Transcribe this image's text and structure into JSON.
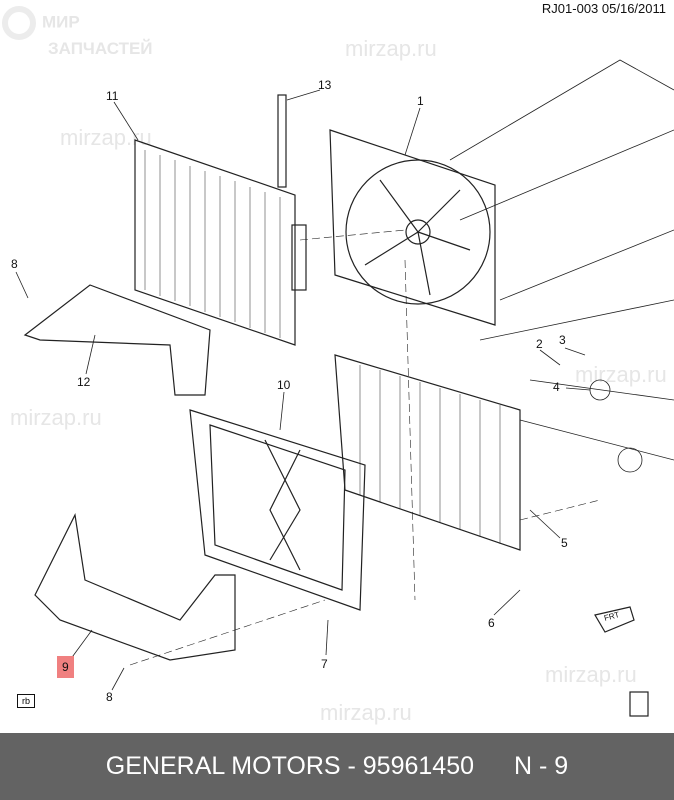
{
  "header": {
    "code": "RJ01-003  05/16/2011"
  },
  "watermark": {
    "line1": "МИР",
    "line2": "ЗАПЧАСТЕЙ",
    "url": "mirzap.ru"
  },
  "callouts": [
    "13",
    "11",
    "1",
    "8",
    "12",
    "10",
    "2",
    "3",
    "4",
    "5",
    "6",
    "7",
    "9",
    "8"
  ],
  "badge": "rb",
  "front_arrow": "FRT",
  "footer": {
    "title": "GENERAL MOTORS - 95961450",
    "ref": "N - 9"
  }
}
